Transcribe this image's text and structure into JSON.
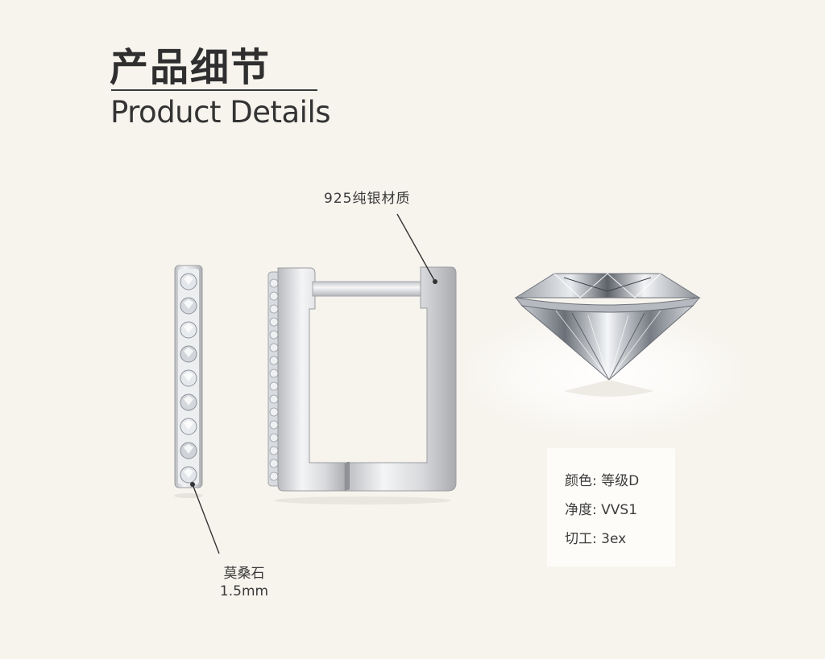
{
  "header": {
    "title_cn": "产品细节",
    "title_en": "Product Details"
  },
  "callouts": {
    "material": "925纯银材质",
    "stone_name": "莫桑石",
    "stone_size": "1.5mm"
  },
  "specs": [
    {
      "label": "颜色:",
      "value": "等级D"
    },
    {
      "label": "净度:",
      "value": "VVS1"
    },
    {
      "label": "切工:",
      "value": "3ex"
    }
  ],
  "colors": {
    "background": "#f7f4ee",
    "text": "#333333",
    "silver": "#d9dadc"
  }
}
